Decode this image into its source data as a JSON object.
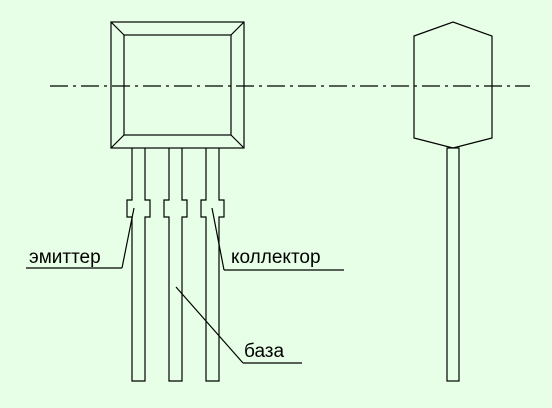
{
  "labels": {
    "emitter": "эмиттер",
    "base": "база",
    "collector": "коллектор"
  },
  "colors": {
    "background": "#e6ffe6",
    "line": "#000000"
  }
}
